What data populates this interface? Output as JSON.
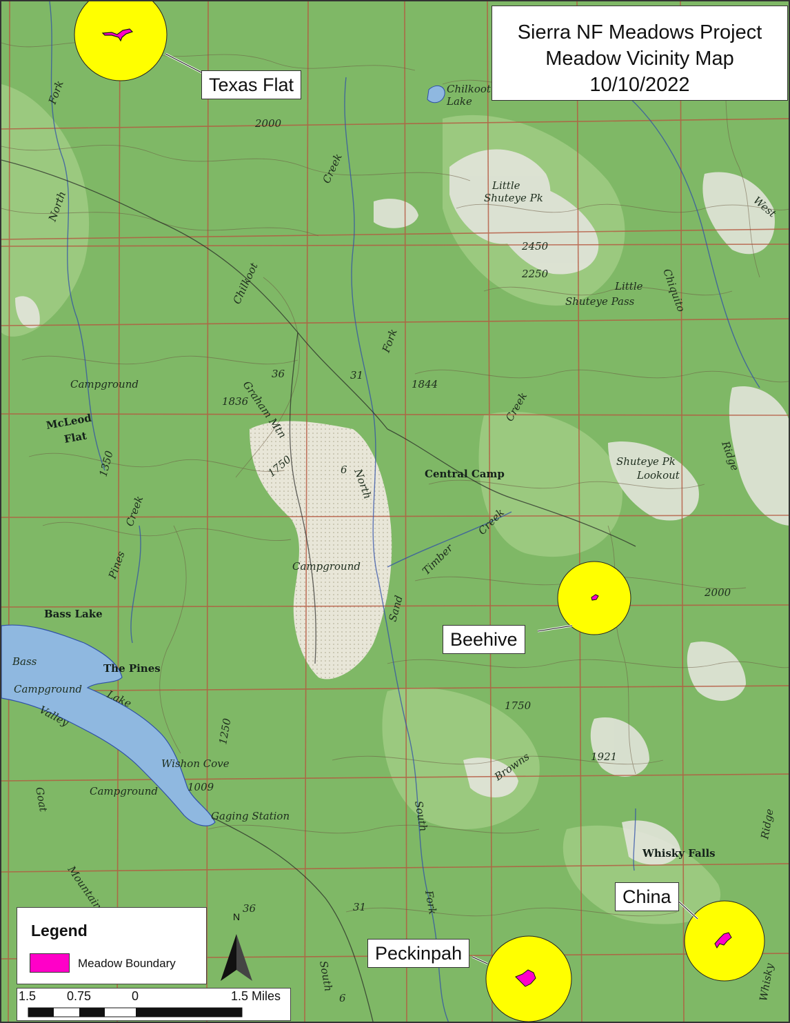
{
  "title": {
    "line1": "Sierra NF Meadows Project",
    "line2": "Meadow Vicinity Map",
    "line3": "10/10/2022"
  },
  "callouts": {
    "texas_flat": "Texas Flat",
    "beehive": "Beehive",
    "china": "China",
    "peckinpah": "Peckinpah"
  },
  "legend": {
    "title": "Legend",
    "item_label": "Meadow Boundary",
    "item_color": "#ff00c8"
  },
  "scale": {
    "ticks": [
      "1.5",
      "0.75",
      "0",
      "1.5 Miles"
    ]
  },
  "north_arrow": {
    "label": "N"
  },
  "colors": {
    "buffer_fill": "#ffff00",
    "meadow_fill": "#ff00c8",
    "terrain": "#7fb866",
    "lake": "#8fb8e0"
  },
  "topo_labels": {
    "chilkoot_lake": "Chilkoot",
    "chilkoot_lake2": "Lake",
    "little_shuteye": "Little",
    "shuteye_pk": "Shuteye Pk",
    "el2450": "2450",
    "el2250": "2250",
    "little_pass": "Little",
    "shuteye_pass": "Shuteye Pass",
    "chiquito": "Chiquito",
    "west": "West",
    "north_fork": "North",
    "fork": "Fork",
    "chilkoot_creek": "Chilkoot",
    "creek_top": "Creek",
    "el2000a": "2000",
    "campground_nw": "Campground",
    "mclead": "McLeod",
    "flat": "Flat",
    "graham_mtn": "Graham Mtn",
    "el1836": "1836",
    "num36": "36",
    "num31": "31",
    "el1844": "1844",
    "north_fork_c": "North",
    "fork_c": "Fork",
    "creek_mid": "Creek",
    "central_camp": "Central Camp",
    "shuteye_lookout1": "Shuteye Pk",
    "shuteye_lookout2": "Lookout",
    "ridge_right": "Ridge",
    "el1750": "1750",
    "el1350": "1350",
    "num6": "6",
    "pines_creek": "Pines",
    "creek_left": "Creek",
    "campground_mid": "Campground",
    "timber_creek": "Timber",
    "creek_timber": "Creek",
    "sand_creek": "Sand",
    "bass_lake_town": "Bass Lake",
    "bass": "Bass",
    "the_pines": "The Pines",
    "campground_lake": "Campground",
    "lake": "Lake",
    "valley": "Valley",
    "el1250": "1250",
    "el1750b": "1750",
    "el2000b": "2000",
    "browns": "Browns",
    "el1921": "1921",
    "wishon_cove": "Wishon Cove",
    "el1009": "1009",
    "campground_sw": "Campground",
    "goat": "Goat",
    "gaging_station": "Gaging Station",
    "south_fork": "South",
    "fork_s": "Fork",
    "whisky_falls": "Whisky Falls",
    "ridge_se": "Ridge",
    "whisky": "Whisky",
    "num31b": "31",
    "num36b": "36",
    "num6b": "6",
    "south_b": "South",
    "mountain": "Mountain"
  }
}
